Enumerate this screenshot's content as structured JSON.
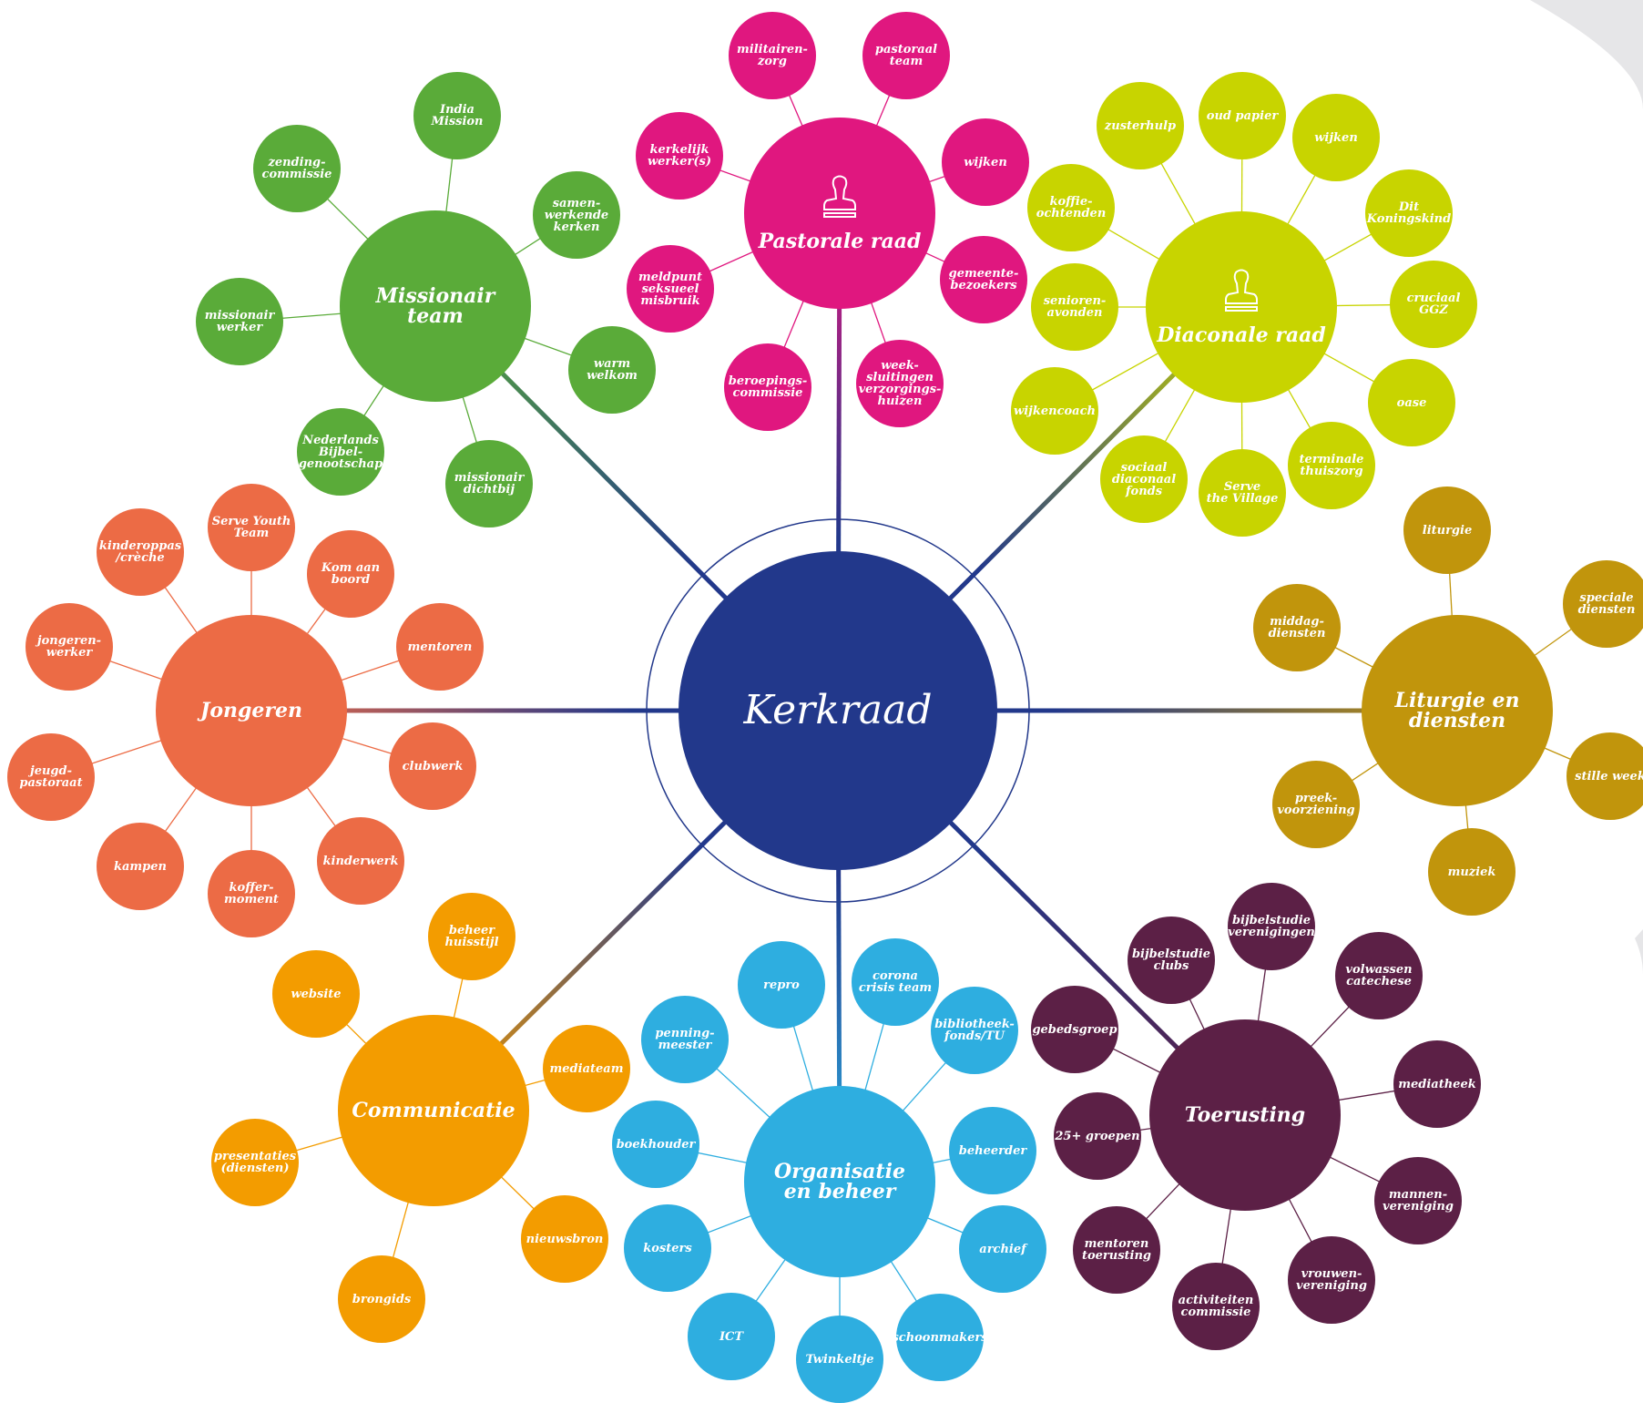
{
  "center": {
    "label": "Kerkraad",
    "color": "#22388b"
  },
  "clusters": [
    {
      "key": "missionair",
      "label": "Missionair\nteam",
      "color": "#5aab39",
      "icon": null,
      "children": [
        "India Mission",
        "zending-\ncommissie",
        "samen-\nwerkende\nkerken",
        "missionair\nwerker",
        "warm\nwelkom",
        "Nederlands\nBijbel-\ngenootschap",
        "missionair\ndichtbij"
      ]
    },
    {
      "key": "pastorale",
      "label": "Pastorale raad",
      "color": "#e0177f",
      "icon": "stamp-icon",
      "children": [
        "militairen-\nzorg",
        "pastoraal\nteam",
        "kerkelijk\nwerker(s)",
        "wijken",
        "gemeente-\nbezoekers",
        "meldpunt\nseksueel\nmisbruik",
        "beroepings-\ncommissie",
        "week-\nsluitingen\nverzorgings-\nhuizen"
      ]
    },
    {
      "key": "diaconale",
      "label": "Diaconale raad",
      "color": "#c8d400",
      "icon": "stamp-icon",
      "children": [
        "zusterhulp",
        "oud papier",
        "wijken",
        "koffie-\nochtenden",
        "Dit\nKoningskind",
        "senioren-\navonden",
        "cruciaal\nGGZ",
        "wijkencoach",
        "oase",
        "sociaal\ndiaconaal\nfonds",
        "Serve\nthe Village",
        "terminale\nthuiszorg"
      ]
    },
    {
      "key": "jongeren",
      "label": "Jongeren",
      "color": "#ec6b45",
      "icon": null,
      "children": [
        "Serve Youth\nTeam",
        "kinderoppas\n/crèche",
        "Kom aan\nboord",
        "jongeren-\nwerker",
        "mentoren",
        "jeugd-\npastoraat",
        "clubwerk",
        "kampen",
        "koffer-\nmoment",
        "kinderwerk"
      ]
    },
    {
      "key": "liturgie",
      "label": "Liturgie en\ndiensten",
      "color": "#c1950c",
      "icon": null,
      "children": [
        "liturgie",
        "speciale\ndiensten",
        "middag-\ndiensten",
        "stille week",
        "preek-\nvoorziening",
        "muziek"
      ]
    },
    {
      "key": "communicatie",
      "label": "Communicatie",
      "color": "#f39c00",
      "icon": null,
      "children": [
        "beheer\nhuisstijl",
        "website",
        "mediateam",
        "presentaties\n(diensten)",
        "nieuwsbron",
        "brongids"
      ]
    },
    {
      "key": "organisatie",
      "label": "Organisatie\nen beheer",
      "color": "#2eaee0",
      "icon": null,
      "children": [
        "repro",
        "corona\ncrisis team",
        "penning-\nmeester",
        "bibliotheek-\nfonds/TU",
        "boekhouder",
        "beheerder",
        "kosters",
        "archief",
        "ICT",
        "Twinkeltje",
        "schoonmakers"
      ]
    },
    {
      "key": "toerusting",
      "label": "Toerusting",
      "color": "#5c2046",
      "icon": null,
      "children": [
        "bijbelstudie\nverenigingen",
        "bijbelstudie\nclubs",
        "volwassen\ncatechese",
        "gebedsgroep",
        "mediatheek",
        "25+ groepen",
        "mannen-\nvereniging",
        "mentoren\ntoerusting",
        "vrouwen-\nvereniging",
        "activiteiten\ncommissie"
      ]
    }
  ]
}
